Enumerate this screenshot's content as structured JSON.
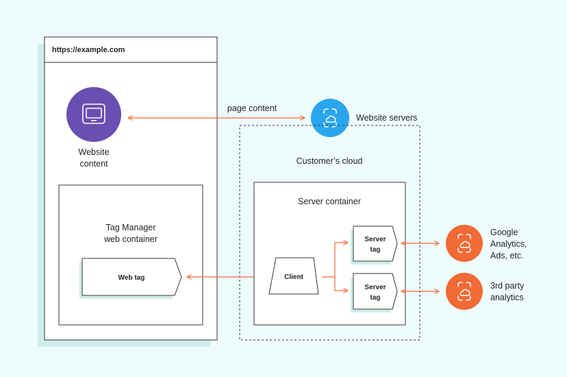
{
  "browser": {
    "url": "https://example.com"
  },
  "website_content": {
    "line1": "Website",
    "line2": "content"
  },
  "page_content_label": "page content",
  "website_servers_label": "Website servers",
  "customers_cloud_label": "Customer’s cloud",
  "web_container": {
    "line1": "Tag Manager",
    "line2": "web container",
    "web_tag": "Web tag"
  },
  "server_container": {
    "title": "Server container",
    "client": "Client",
    "server_tag_1": {
      "line1": "Server",
      "line2": "tag"
    },
    "server_tag_2": {
      "line1": "Server",
      "line2": "tag"
    }
  },
  "destinations": {
    "google": {
      "line1": "Google",
      "line2": "Analytics,",
      "line3": "Ads, etc."
    },
    "third_party": {
      "line1": "3rd party",
      "line2": "analytics"
    }
  },
  "colors": {
    "background": "#eefcfd",
    "shadow": "#cdeeea",
    "arrow": "#ef6a3b",
    "purple": "#6a4eb1",
    "blue": "#2aa6ee",
    "orange": "#f26a35",
    "stroke": "#333333"
  },
  "icons": {
    "website_content": "monitor-icon",
    "website_servers": "cloud-server-icon",
    "destination": "cloud-server-icon"
  }
}
